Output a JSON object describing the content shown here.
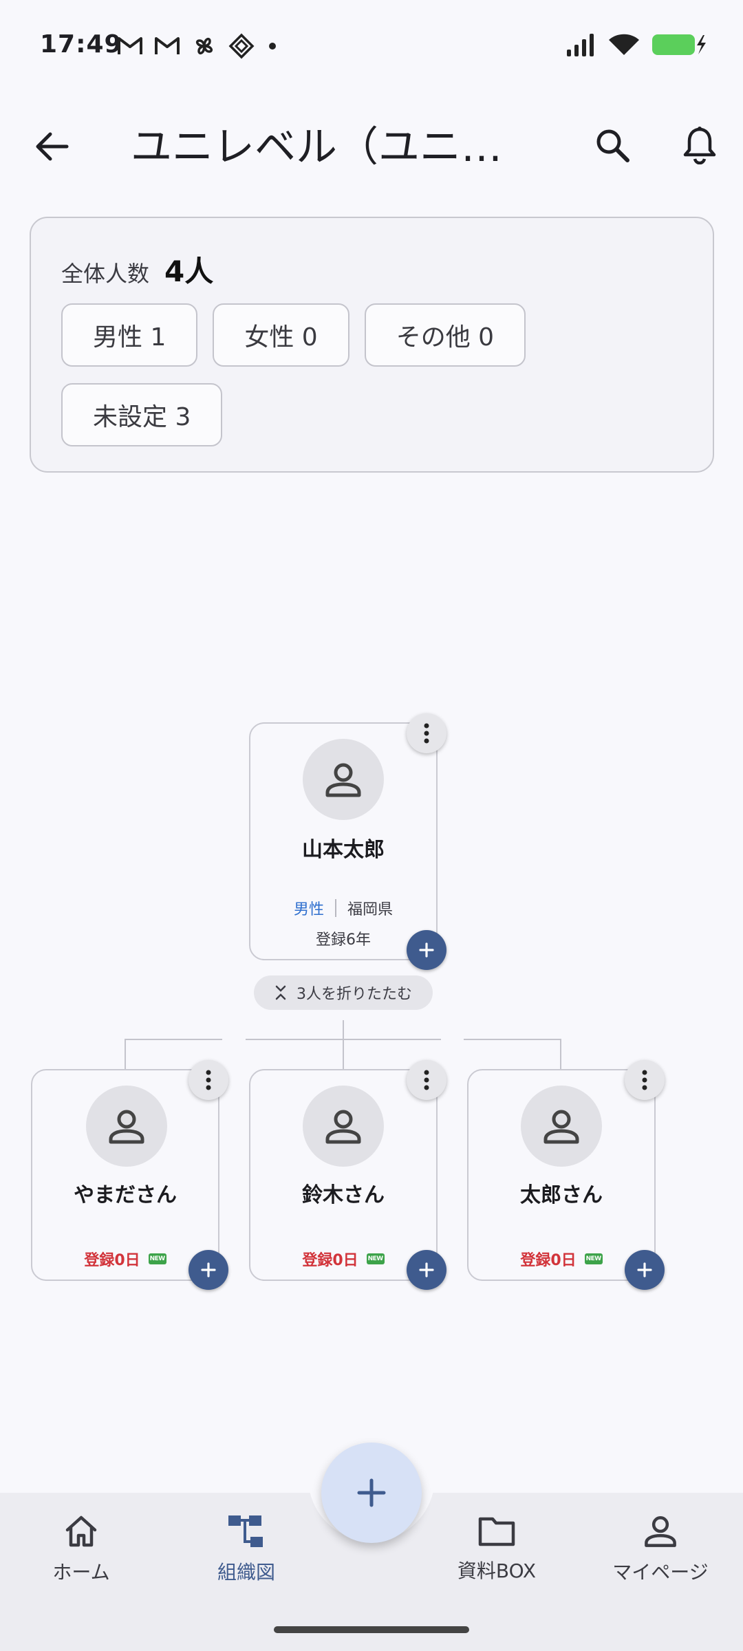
{
  "status_bar": {
    "time": "17:49"
  },
  "app_bar": {
    "title": "ユニレベル（ユニレベル）"
  },
  "summary": {
    "total_label": "全体人数",
    "total_value": "4人",
    "chips": [
      {
        "label": "男性 1"
      },
      {
        "label": "女性 0"
      },
      {
        "label": "その他 0"
      },
      {
        "label": "未設定 3"
      }
    ]
  },
  "org": {
    "root": {
      "name": "山本太郎",
      "gender": "男性",
      "prefecture": "福岡県",
      "registration": "登録6年"
    },
    "collapse_label": "3人を折りたたむ",
    "children": [
      {
        "name": "やまださん",
        "registration": "登録0日",
        "badge": "NEW"
      },
      {
        "name": "鈴木さん",
        "registration": "登録0日",
        "badge": "NEW"
      },
      {
        "name": "太郎さん",
        "registration": "登録0日",
        "badge": "NEW"
      }
    ]
  },
  "nav": {
    "items": [
      {
        "label": "ホーム",
        "icon": "home-icon"
      },
      {
        "label": "組織図",
        "icon": "org-chart-icon",
        "active": true
      },
      {
        "label": "資料BOX",
        "icon": "folder-icon"
      },
      {
        "label": "マイページ",
        "icon": "person-icon"
      }
    ]
  },
  "colors": {
    "accent": "#3f5b8e",
    "fab": "#d7e1f6",
    "gender_male": "#2f6fce",
    "registration_new": "#d2343b",
    "new_badge": "#3da34a"
  }
}
